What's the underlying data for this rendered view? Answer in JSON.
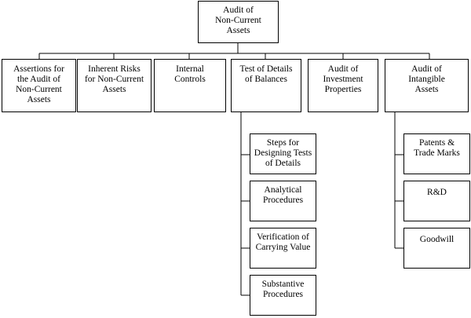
{
  "diagram": {
    "root": {
      "label": "Audit of\nNon-Current\nAssets"
    },
    "branches": [
      {
        "id": "assertions",
        "label": "Assertions for\nthe Audit of\nNon-Current\nAssets"
      },
      {
        "id": "inherent-risks",
        "label": "Inherent Risks\nfor Non-Current\nAssets"
      },
      {
        "id": "internal-controls",
        "label": "Internal\nControls"
      },
      {
        "id": "test-of-details",
        "label": "Test of Details\nof Balances"
      },
      {
        "id": "investment-properties",
        "label": "Audit of\nInvestment\nProperties"
      },
      {
        "id": "intangible-assets",
        "label": "Audit of\nIntangible\nAssets"
      }
    ],
    "test_of_details_children": [
      {
        "id": "steps",
        "label": "Steps for\nDesigning Tests\nof Details"
      },
      {
        "id": "analytical",
        "label": "Analytical\nProcedures"
      },
      {
        "id": "verification",
        "label": "Verification of\nCarrying Value"
      },
      {
        "id": "substantive",
        "label": "Substantive\nProcedures"
      }
    ],
    "intangible_children": [
      {
        "id": "patents",
        "label": "Patents &\nTrade Marks"
      },
      {
        "id": "rd",
        "label": "R&D"
      },
      {
        "id": "goodwill",
        "label": "Goodwill"
      }
    ]
  }
}
